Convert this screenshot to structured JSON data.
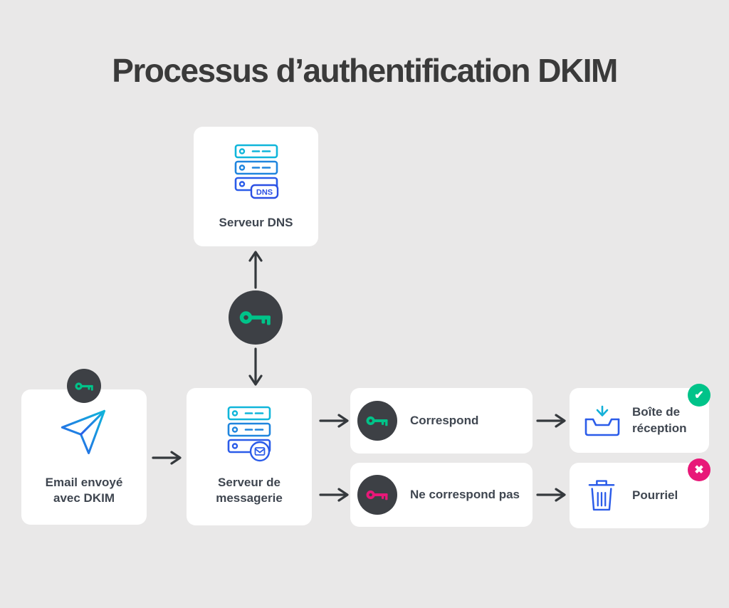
{
  "title": "Processus d’authentification DKIM",
  "nodes": {
    "dns": {
      "label": "Serveur DNS"
    },
    "email": {
      "lines": [
        "Email envoyé",
        "avec DKIM"
      ]
    },
    "mail": {
      "lines": [
        "Serveur de",
        "messagerie"
      ]
    },
    "match": {
      "label": "Correspond"
    },
    "nomatch": {
      "label": "Ne correspond pas"
    },
    "inbox": {
      "lines": [
        "Boîte de",
        "réception"
      ]
    },
    "spam": {
      "label": "Pourriel"
    }
  },
  "badges": {
    "dns": "DNS",
    "check": "✔",
    "cross": "✖"
  },
  "colors": {
    "background": "#e9e8e8",
    "card": "#ffffff",
    "title_text": "#3a3a3a",
    "label_text": "#3f4650",
    "key_circle": "#3d4045",
    "key_green": "#00c389",
    "key_pink": "#e81878",
    "icon_cyan": "#10b6da",
    "icon_mid_blue": "#1f85de",
    "icon_blue": "#2b5ce9",
    "arrow": "#35393d"
  }
}
